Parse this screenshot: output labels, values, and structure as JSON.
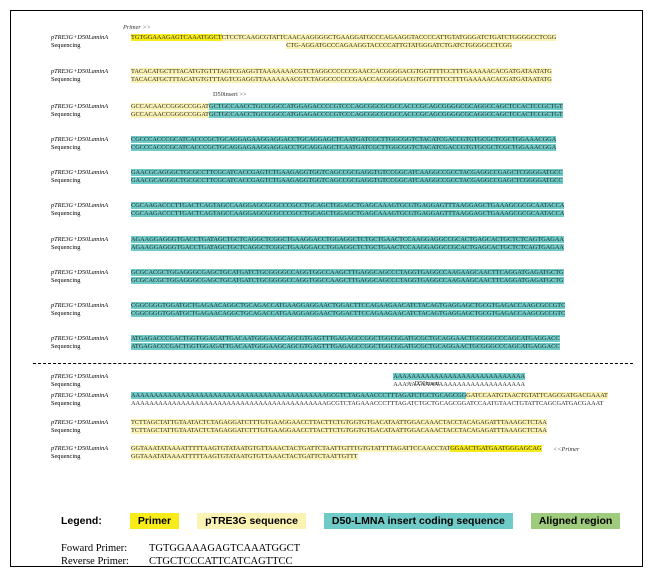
{
  "label_construct": "pTRE3G+D50LaminA",
  "label_sequencing": "Sequencing",
  "markers": {
    "primer_fwd": "Primer >>",
    "d50_insert_fwd": "D50insert >>",
    "d50_insert_rev": "<< D50insert",
    "primer_rev": "<<Primer"
  },
  "blocks": [
    {
      "top_segments": [
        {
          "t": "TGTGGAAAGAGTCAAATGGCT",
          "c": "primer"
        },
        {
          "t": "CTCCTCAAGCGTATTCAACAAGGGGCTGAAGGATGCCCAGAAGGTACCCCATTGTATGGGATCTGATCTGGGGCCTCGG",
          "c": "ptre"
        }
      ],
      "bottom_segments": [
        {
          "t": "CTG-AGGATGCCCAGAAGGTACCCCATTGTATGGGATCTGATCTGGGGCCTCGG",
          "c": "ptre",
          "pad": 45
        }
      ]
    },
    {
      "top_segments": [
        {
          "t": "TACACATGCTTTACATGTGTTTAGTCGAGGTTAAAAAAACGTCTAGGCCCCCCGAACCACGGGGACGTGGTTTTCCTTTGAAAAACACGATGATAATATG",
          "c": "ptre"
        }
      ],
      "bottom_segments": [
        {
          "t": "TACACATGCTTTACATGTGTTTAGTCGAGGTTAAAAAAACGTCTAGGCCCCCCGAACCACGGGGACGTGGTTTTCCTTTGAAAAACACGATGATAATATG",
          "c": "ptre"
        }
      ]
    },
    {
      "top_segments": [
        {
          "t": "GCCACAACCGGGCCGGAT",
          "c": "ptre"
        },
        {
          "t": "GCTGCCAACCTGCCGGCCATGGAGACCCCGTCCCAGCGGCGCGCCACCCGCAGCGGGGCGCAGGCCAGCTCCACTCCGCTGT",
          "c": "insert"
        }
      ],
      "bottom_segments": [
        {
          "t": "GCCACAACCGGGCCGGAT",
          "c": "ptre"
        },
        {
          "t": "GCTGCCAACCTGCCGGCCATGGAGACCCCGTCCCAGCGGCGCGCCACCCGCAGCGGGGCGCAGGCCAGCTCCACTCCGCTGT",
          "c": "insert"
        }
      ]
    },
    {
      "top_segments": [
        {
          "t": "CGCCCACCCGCATCACCCGCTGCAGGAGAAGGAGGACCTGCAGGAGCTCAATGATCGCTTGGCGGTCTACATCGACCGTGTGCGCTCGCTGGAAACGGA",
          "c": "insert"
        }
      ],
      "bottom_segments": [
        {
          "t": "CGCCCACCCGCATCACCCGCTGCAGGAGAAGGAGGACCTGCAGGAGCTCAATGATCGCTTGGCGGTCTACATCGACCGTGTGCGCTCGCTGGAAACGGA",
          "c": "insert"
        }
      ]
    },
    {
      "top_segments": [
        {
          "t": "GAACGCAGGGCTGCGCCTTCGCATCACCGAGTCTGAAGAGGTGGTCAGCCGCGAGGTGTCCGGCATCAAGGCCGCCTACGAGGCCGAGCTCGGGGATGCC",
          "c": "insert"
        }
      ],
      "bottom_segments": [
        {
          "t": "GAACGCAGGGCTGCGCCTTCGCATCACCGAGTCTGAAGAGGTGGTCAGCCGCGAGGTGTCCGGCATCAAGGCCGCCTACGAGGCCGAGCTCGGGGATGCC",
          "c": "insert"
        }
      ]
    },
    {
      "top_segments": [
        {
          "t": "CGCAAGACCCTTGACTCAGTAGCCAAGGAGCGCGCCCGCCTGCAGCTGGAGCTGAGCAAAGTGCGTGAGGAGTTTAAGGAGCTGAAAGCGCGCAATACCA",
          "c": "insert"
        }
      ],
      "bottom_segments": [
        {
          "t": "CGCAAGACCCTTGACTCAGTAGCCAAGGAGCGCGCCCGCCTGCAGCTGGAGCTGAGCAAAGTGCGTGAGGAGTTTAAGGAGCTGAAAGCGCGCAATACCA",
          "c": "insert"
        }
      ]
    },
    {
      "top_segments": [
        {
          "t": "AGAAGGAGGGTGACCTGATAGCTGCTCAGGCTCGGCTGAAGGACCTGGAGGCTCTGCTGAACTCCAAGGAGGCCGCACTGAGCACTGCTCTCAGTGAGAA",
          "c": "insert"
        }
      ],
      "bottom_segments": [
        {
          "t": "AGAAGGAGGGTGACCTGATAGCTGCTCAGGCTCGGCTGAAGGACCTGGAGGCTCTGCTGAACTCCAAGGAGGCCGCACTGAGCACTGCTCTCAGTGAGAA",
          "c": "insert"
        }
      ]
    },
    {
      "top_segments": [
        {
          "t": "GCGCACGCTGGAGGGCGAGCTGCATGATCTGCGGGGCCAGGTGGCCAAGCTTGAGGCAGCCCTAGGTGAGGCCAAGAAGCAACTTCAGGATGAGATGCTG",
          "c": "insert"
        }
      ],
      "bottom_segments": [
        {
          "t": "GCGCACGCTGGAGGGCGAGCTGCATGATCTGCGGGGCCAGGTGGCCAAGCTTGAGGCAGCCCTAGGTGAGGCCAAGAAGCAACTTCAGGATGAGATGCTG",
          "c": "insert"
        }
      ]
    },
    {
      "top_segments": [
        {
          "t": "CGGCGGGTGGATGCTGAGAACAGGCTGCAGACCATGAAGGAGGAACTGGACTTCCAGAAGAACATCTACAGTGAGGAGCTGCGTGAGACCAAGCGCCGTC",
          "c": "insert"
        }
      ],
      "bottom_segments": [
        {
          "t": "CGGCGGGTGGATGCTGAGAACAGGCTGCAGACCATGAAGGAGGAACTGGACTTCCAGAAGAACATCTACAGTGAGGAGCTGCGTGAGACCAAGCGCCGTC",
          "c": "insert"
        }
      ]
    },
    {
      "top_segments": [
        {
          "t": "ATGAGACCCGACTGGTGGAGATTGACAATGGGAAGCAGCGTGAGTTTGAGAGCCGGCTGGCGGATGCGCTGCAGGAACTGCGGGCCCAGCATGAGGACC",
          "c": "insert"
        }
      ],
      "bottom_segments": [
        {
          "t": "ATGAGACCCGACTGGTGGAGATTGACAATGGGAAGCAGCGTGAGTTTGAGAGCCGGCTGGCGGATGCGCTGCAGGAACTGCGGGCCCAGCATGAGGACC",
          "c": "insert"
        }
      ]
    },
    {
      "top_segments": [
        {
          "t": "AAAAAAAAAAAAAAAAAAAAAAAAAAAAA",
          "c": "insert",
          "pad": 76
        }
      ],
      "bottom_segments": [
        {
          "t": "AAAAAAAAAAAAAAAAAAAAAAAAAAAAA",
          "c": "plain",
          "pad": 76
        }
      ]
    },
    {
      "top_segments": [
        {
          "t": "AAAAAAAAAAAAAAAAAAAAAAAAAAAAAAAAAAAAAAAAAAAGCGTCTAGAAACCCTTTAGATCTGCTGCAGCGG",
          "c": "insert"
        },
        {
          "t": "GATCCAATGTAACTGTATTCAGCGATGACGAAAT",
          "c": "ptre"
        }
      ],
      "bottom_segments": [
        {
          "t": "AAAAAAAAAAAAAAAAAAAAAAAAAAAAAAAAAAAAAAAAAAAGCGTCTAGAAACCCTTTAGATCTGCTGCAGCGGATCCAATGTAACTGTATTCAGCGATGACGAAAT",
          "c": "plain"
        }
      ]
    },
    {
      "top_segments": [
        {
          "t": "TCTTAGCTATTGTAATACTCTAGAGGATCTTTGTGAAGGAACCTTACTTCTGTGGTGTGACATAATTGGACAAACTACCTACAGAGATTTAAAGCTCTAA",
          "c": "ptre"
        }
      ],
      "bottom_segments": [
        {
          "t": "TCTTAGCTATTGTAATACTCTAGAGGATCTTTGTGAAGGAACCTTACTTCTGTGGTGTGACATAATTGGACAAACTACCTACAGAGATTTAAAGCTCTAA",
          "c": "ptre"
        }
      ]
    },
    {
      "top_segments": [
        {
          "t": "GGTAAATATAAAATTTTTAAGTGTATAATGTGTTAAACTACTGATTCTAATTGTTTGTGTATTTTAGATTCCAACCTAT",
          "c": "ptre"
        },
        {
          "t": "GGAACTGATGAATGGGAGCAG",
          "c": "primer"
        }
      ],
      "bottom_segments": [
        {
          "t": "GGTAAATATAAAATTTTTAAGTGTATAATGTGTTAAACTACTGATTCTAATTGTTT",
          "c": "ptre"
        }
      ]
    }
  ],
  "legend": {
    "title": "Legend:",
    "items": [
      {
        "label": "Primer",
        "color": "#f7ec1a"
      },
      {
        "label": "pTRE3G sequence",
        "color": "#fbf3b4"
      },
      {
        "label": "D50-LMNA insert coding sequence",
        "color": "#6fcbc7"
      },
      {
        "label": "Aligned region",
        "color": "#9ecb7c"
      }
    ]
  },
  "primers": {
    "forward_label": "Foward Primer:",
    "forward_seq": "TGTGGAAAGAGTCAAATGGCT",
    "reverse_label": "Reverse Primer:",
    "reverse_seq": "CTGCTCCCATTCATCAGTTCC"
  }
}
